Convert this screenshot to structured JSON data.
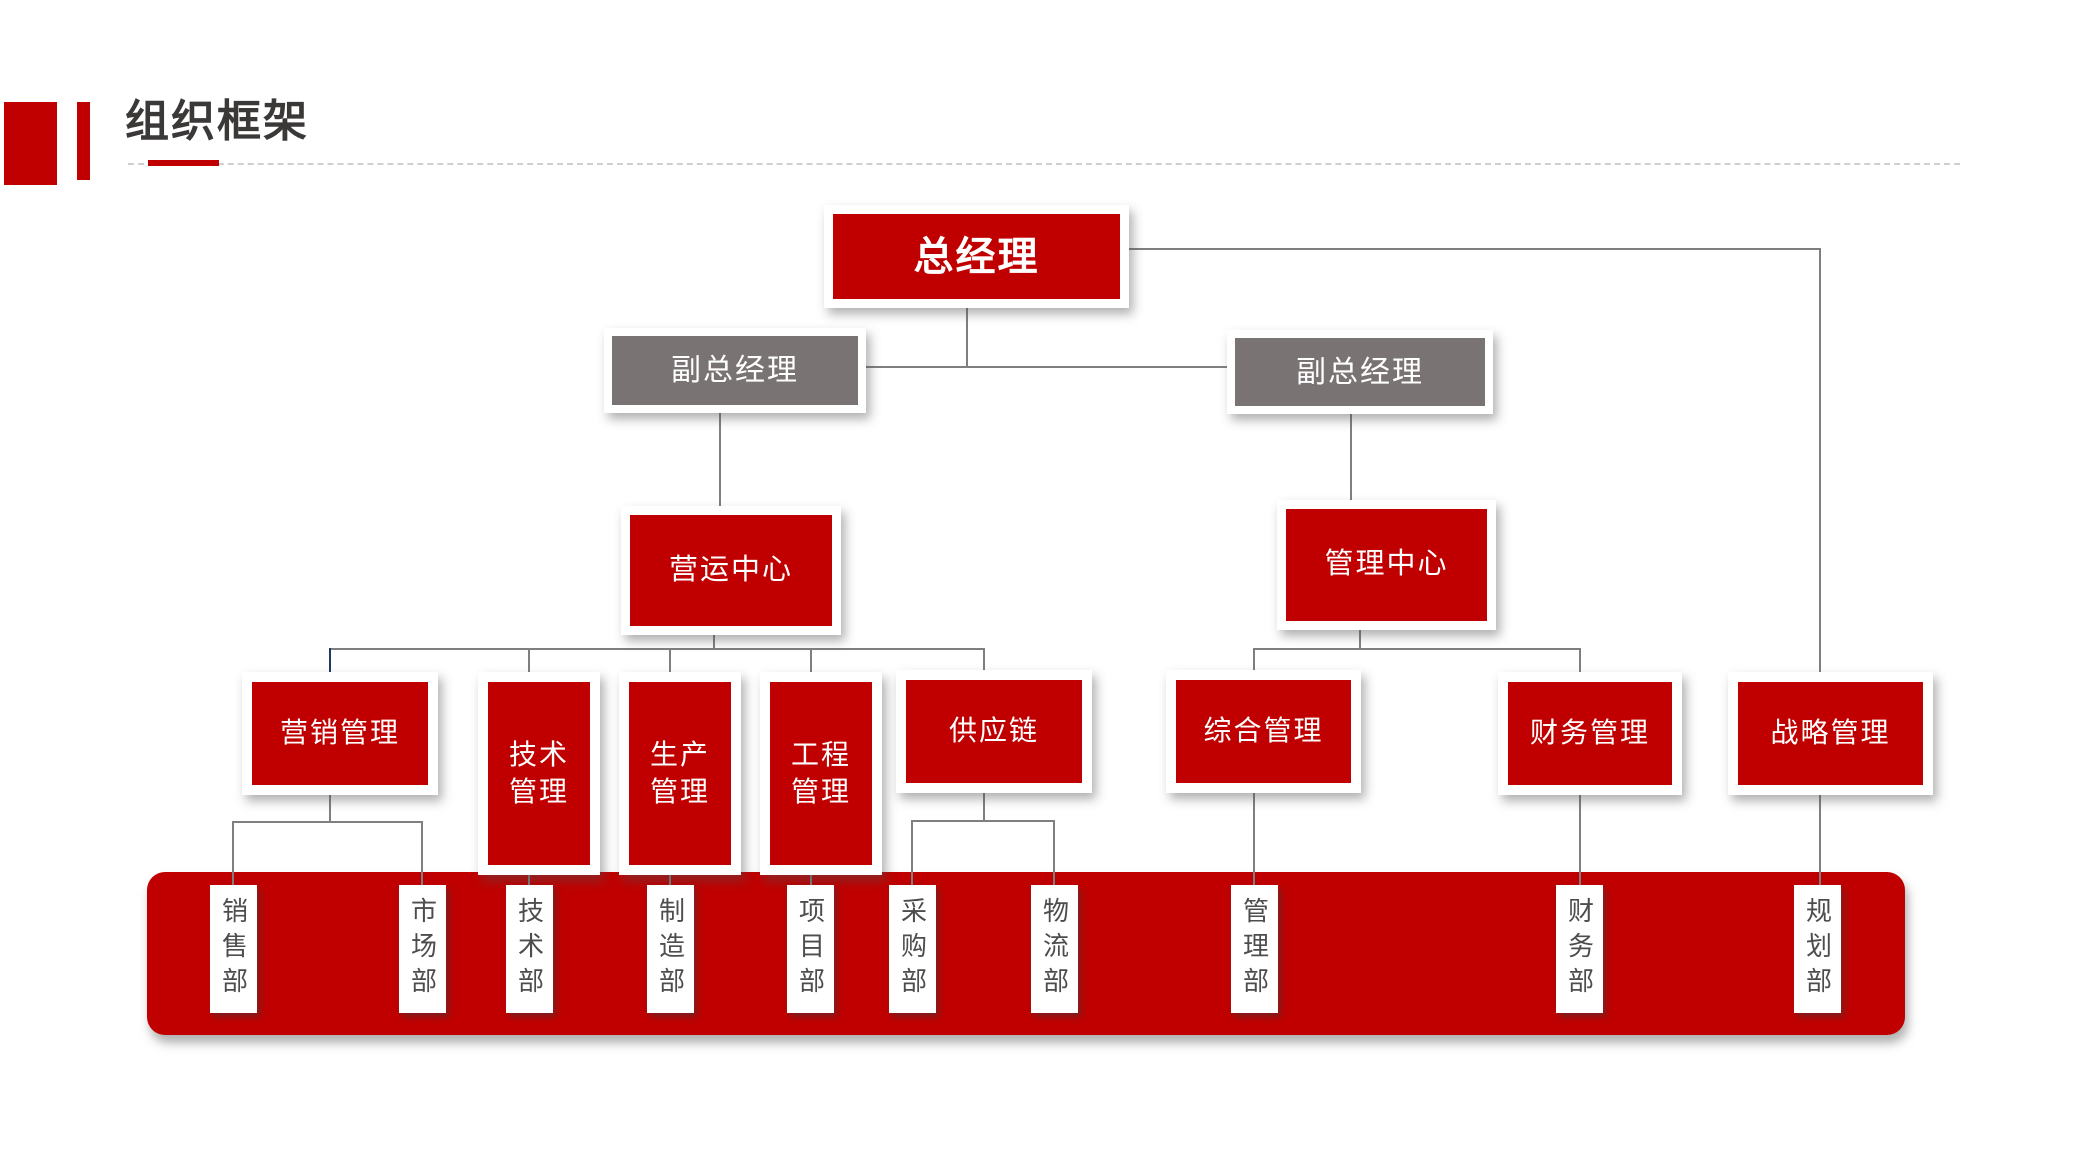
{
  "page": {
    "title": "组织框架",
    "colors": {
      "accent_red": "#C00000",
      "deputy_box_gray": "#7A7373",
      "connector_gray": "#7F7F7F",
      "connector_navy": "#1F3864",
      "title_text": "#3B3838",
      "department_text": "#4D4D4D",
      "node_text": "#FFFFFF"
    }
  },
  "org": {
    "root": {
      "label": "总经理"
    },
    "deputies": [
      {
        "label": "副总经理"
      },
      {
        "label": "副总经理"
      }
    ],
    "centers": [
      {
        "label": "营运中心"
      },
      {
        "label": "管理中心"
      }
    ],
    "divisions": [
      {
        "label": "营销管理"
      },
      {
        "label": "技术\n管理"
      },
      {
        "label": "生产\n管理"
      },
      {
        "label": "工程\n管理"
      },
      {
        "label": "供应链"
      },
      {
        "label": "综合管理"
      },
      {
        "label": "财务管理"
      },
      {
        "label": "战略管理"
      }
    ],
    "departments": [
      {
        "label": "销售部"
      },
      {
        "label": "市场部"
      },
      {
        "label": "技术部"
      },
      {
        "label": "制造部"
      },
      {
        "label": "项目部"
      },
      {
        "label": "采购部"
      },
      {
        "label": "物流部"
      },
      {
        "label": "管理部"
      },
      {
        "label": "财务部"
      },
      {
        "label": "规划部"
      }
    ]
  }
}
